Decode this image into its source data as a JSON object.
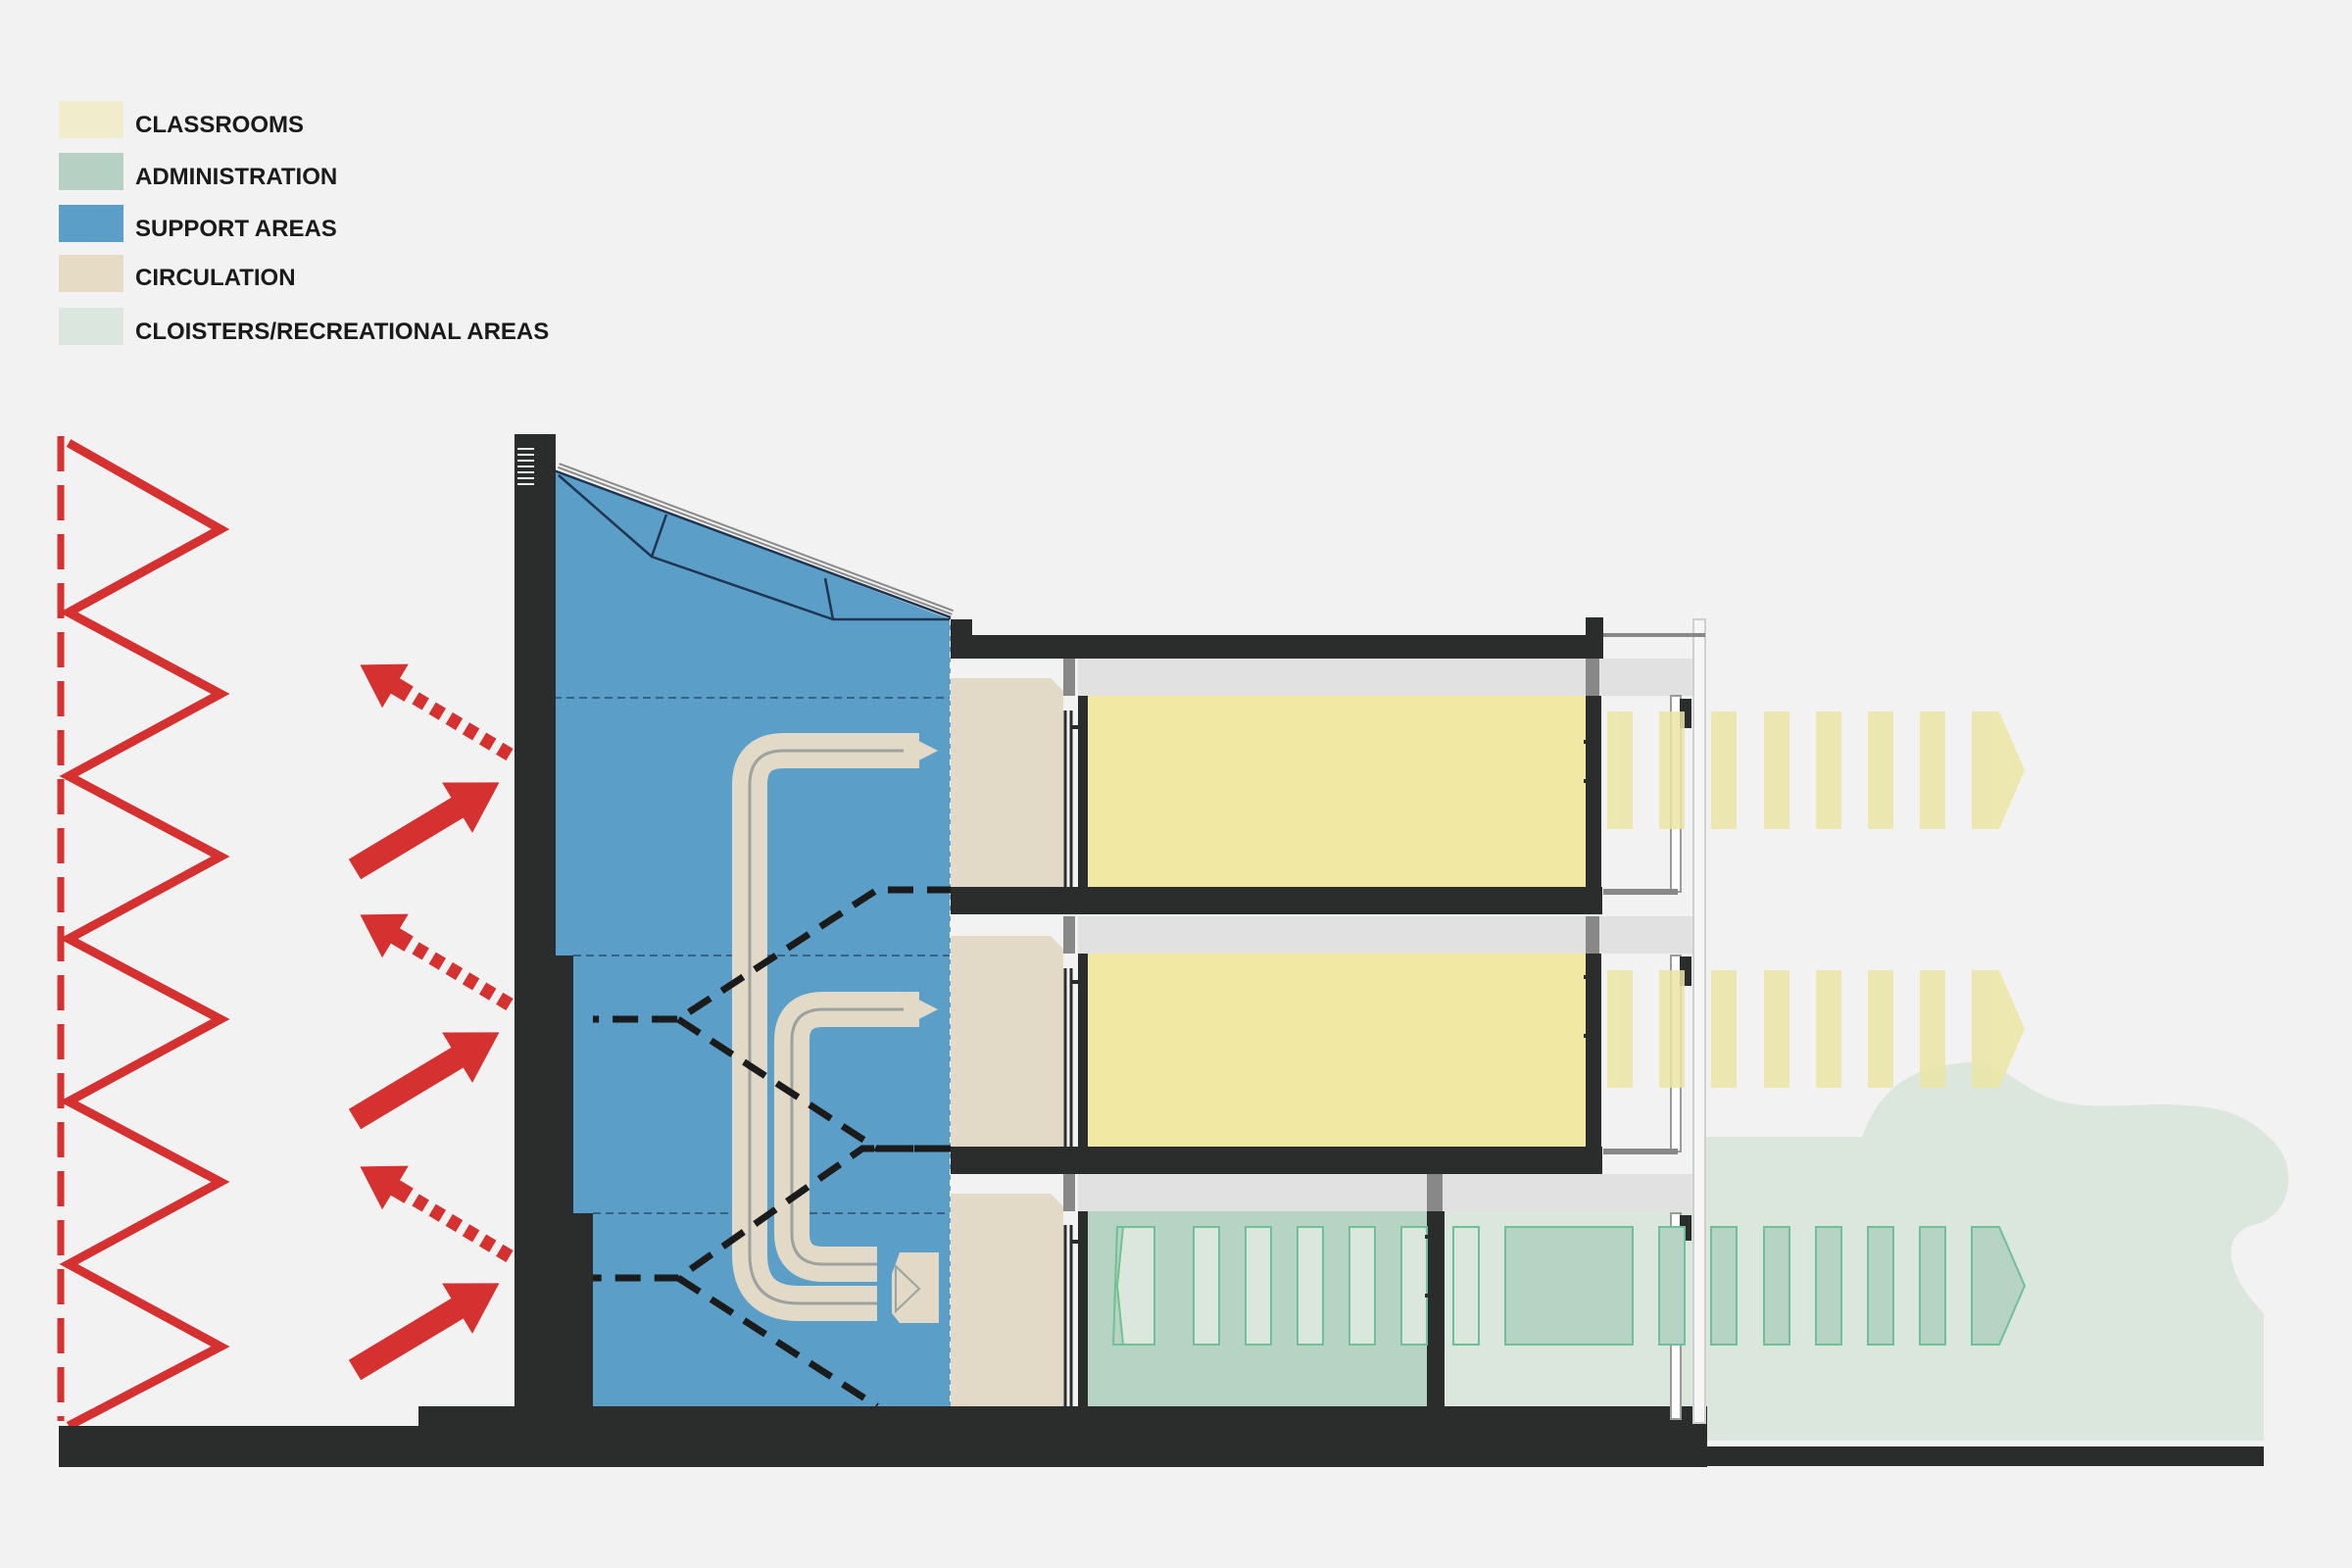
{
  "legend": [
    {
      "label": "CLASSROOMS",
      "color": "#f1eccb"
    },
    {
      "label": "ADMINISTRATION",
      "color": "#b6d0c3"
    },
    {
      "label": "SUPPORT AREAS",
      "color": "#5b9fc9"
    },
    {
      "label": "CIRCULATION",
      "color": "#e6dcc6"
    },
    {
      "label": "CLOISTERS/RECREATIONAL AREAS",
      "color": "#dbe6de"
    }
  ],
  "colors": {
    "structure": "#2a2d2c",
    "support": "#5b9fc9",
    "classroom": "#f0e8a3",
    "administration": "#b6d3c4",
    "circulation": "#e2d9c6",
    "cloister": "#dbe6dc",
    "airflow": "#d43130",
    "background": "#f2f2f2"
  },
  "icons": [
    "wind-zigzag-icon",
    "air-intake-arrow-icon",
    "air-exhaust-arrow-icon",
    "duct-loop-icon",
    "ventilation-flow-arrow-icon",
    "vent-grille-icon"
  ]
}
